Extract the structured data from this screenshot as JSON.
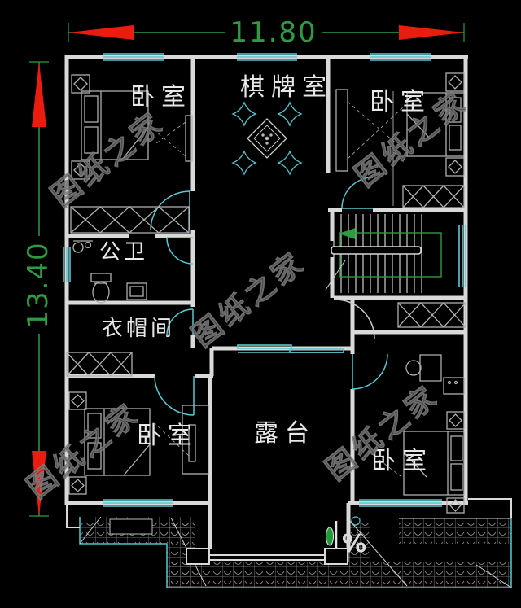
{
  "dimensions": {
    "width": "11.80",
    "height": "13.40"
  },
  "rooms": {
    "bedroom_top_left": "卧室",
    "game_room": "棋牌室",
    "bedroom_top_right": "卧室",
    "bathroom": "公卫",
    "cloakroom": "衣帽间",
    "bedroom_bottom_left": "卧室",
    "terrace": "露台",
    "bedroom_bottom_right": "卧室"
  },
  "annotations": {
    "slope_percent": "%"
  },
  "watermark": {
    "text": "图纸之家"
  },
  "colors": {
    "background": "#000000",
    "wall": "#d9d9d9",
    "furniture": "#b0b0b0",
    "window": "#5bc8d2",
    "dimension_green": "#2e9b43",
    "arrow_red": "#ea1c0d",
    "label_white": "#e8e8e8",
    "watermark_gray": "#5a5a5a"
  }
}
